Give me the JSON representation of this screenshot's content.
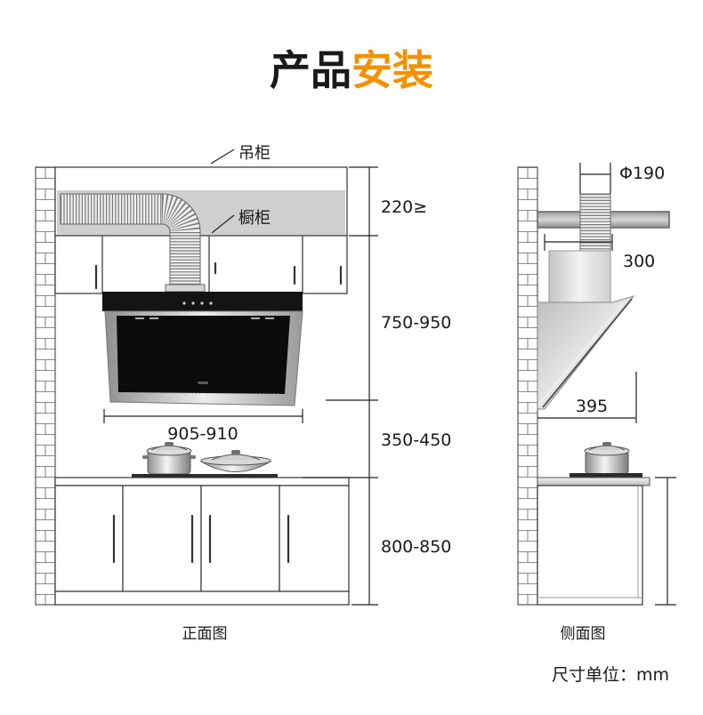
{
  "title": {
    "part1": "产品",
    "part2": "安装"
  },
  "colors": {
    "accent": "#f39200",
    "text": "#1a1a1a"
  },
  "front_view": {
    "caption": "正面图",
    "labels": {
      "upper_cabinet": "吊柜",
      "wall_cabinet": "橱柜"
    },
    "dimensions": {
      "top_clearance": "220≥",
      "cabinet_to_hood": "750-950",
      "hood_to_hob": "350-450",
      "counter_height": "800-850",
      "hood_width": "905-910"
    }
  },
  "side_view": {
    "caption": "侧面图",
    "dimensions": {
      "duct_diameter": "Φ190",
      "chimney_width": "300",
      "hood_depth": "395"
    }
  },
  "unit_note": "尺寸单位：mm"
}
